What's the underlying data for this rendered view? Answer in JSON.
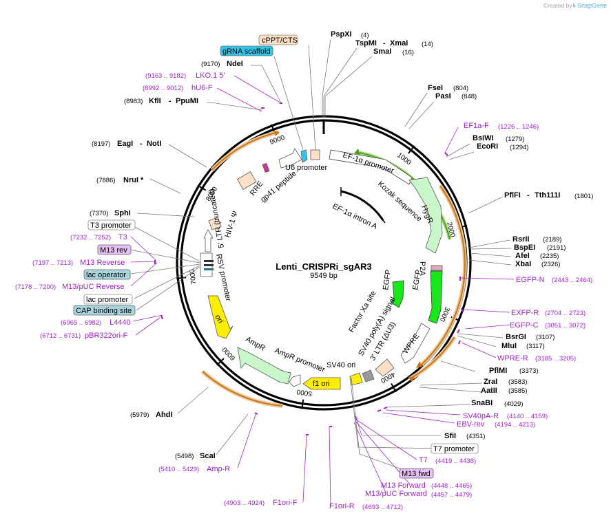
{
  "credit": {
    "prefix": "Created by",
    "brand": "SnapGene"
  },
  "plasmid": {
    "name": "Lenti_CRISPRi_sgAR3",
    "size": "9549 bp"
  },
  "ticks": [
    {
      "label": "1000"
    },
    {
      "label": "2000"
    },
    {
      "label": "3000"
    },
    {
      "label": "4000"
    },
    {
      "label": "5000"
    },
    {
      "label": "6000"
    },
    {
      "label": "7000"
    },
    {
      "label": "8000"
    },
    {
      "label": "9000"
    }
  ],
  "enzymes": {
    "pspxi": {
      "name": "PspXI",
      "pos": "(4)"
    },
    "tspmi": {
      "name": "TspMI",
      "sep": "-",
      "name2": "XmaI",
      "pos": "(14)"
    },
    "smai": {
      "name": "SmaI",
      "pos": "(16)"
    },
    "fsei": {
      "name": "FseI",
      "pos": "(804)"
    },
    "pasi": {
      "name": "PasI",
      "pos": "(848)"
    },
    "bsiwi": {
      "name": "BsiWI",
      "pos": "(1279)"
    },
    "ecori": {
      "name": "EcoRI",
      "pos": "(1294)"
    },
    "pflfi": {
      "name": "PflFI",
      "sep": "-",
      "name2": "Tth111I",
      "pos": "(1801)"
    },
    "rsrii": {
      "name": "RsrII",
      "pos": "(2189)"
    },
    "bspei": {
      "name": "BspEI",
      "pos": "(2191)"
    },
    "afei": {
      "name": "AfeI",
      "pos": "(2235)"
    },
    "xbai": {
      "name": "XbaI",
      "pos": "(2326)"
    },
    "bsrgi": {
      "name": "BsrGI",
      "pos": "(3107)"
    },
    "mlui": {
      "name": "MluI",
      "pos": "(3117)"
    },
    "pflmi": {
      "name": "PflMI",
      "pos": "(3373)"
    },
    "zrai": {
      "name": "ZraI",
      "pos": "(3583)"
    },
    "aatii": {
      "name": "AatII",
      "pos": "(3585)"
    },
    "snabi": {
      "name": "SnaBI",
      "pos": "(4029)"
    },
    "sfii": {
      "name": "SfiI",
      "pos": "(4351)"
    },
    "ahdi": {
      "name": "AhdI",
      "pos": "(5979)"
    },
    "scai": {
      "name": "ScaI",
      "pos": "(5498)"
    },
    "sphi": {
      "name": "SphI",
      "pos": "(7370)"
    },
    "nrui": {
      "name": "NruI *",
      "pos": "(7886)"
    },
    "eagi": {
      "name": "EagI",
      "sep": "-",
      "name2": "NotI",
      "pos": "(8197)"
    },
    "kfli": {
      "name": "KflI",
      "sep": "-",
      "name2": "PpuMI",
      "pos": "(8983)"
    },
    "ndei": {
      "name": "NdeI",
      "pos": "(9170)"
    }
  },
  "primers": {
    "ef1af": {
      "name": "EF1a-F",
      "pos": "(1226 .. 1246)"
    },
    "egfpn": {
      "name": "EGFP-N",
      "pos": "(2443 .. 2464)"
    },
    "exfpr": {
      "name": "EXFP-R",
      "pos": "(2704 .. 2723)"
    },
    "egfpc": {
      "name": "EGFP-C",
      "pos": "(3051 .. 3072)"
    },
    "wprer": {
      "name": "WPRE-R",
      "pos": "(3185 .. 3205)"
    },
    "sv40par": {
      "name": "SV40pA-R",
      "pos": "(4140 .. 4159)"
    },
    "ebvrev": {
      "name": "EBV-rev",
      "pos": "(4194 .. 4213)"
    },
    "t7": {
      "name": "T7",
      "pos": "(4419 .. 4438)"
    },
    "m13forward": {
      "name": "M13 Forward",
      "pos": "(4448 .. 4465)"
    },
    "m13pucforward": {
      "name": "M13/pUC Forward",
      "pos": "(4457 .. 4479)"
    },
    "f1orir": {
      "name": "F1ori-R",
      "pos": "(4693 .. 4712)"
    },
    "f1orif": {
      "name": "F1ori-F",
      "pos": "(4903 .. 4924)"
    },
    "ampr": {
      "name": "Amp-R",
      "pos": "(5410 .. 5429)"
    },
    "pbr322": {
      "name": "pBR322ori-F",
      "pos": "(6712 .. 6731)"
    },
    "l4440": {
      "name": "L4440",
      "pos": "(6965 .. 6982)"
    },
    "m13pucrev": {
      "name": "M13/pUC Reverse",
      "pos": "(7178 .. 7200)"
    },
    "m13rev": {
      "name": "M13 Reverse",
      "pos": "(7197 .. 7213)"
    },
    "t3": {
      "name": "T3",
      "pos": "(7232 .. 7252)"
    },
    "huf6f": {
      "name": "hU6-F",
      "pos": "(8992 .. 9012)"
    },
    "lko": {
      "name": "LKO.1 5'",
      "pos": "(9163 .. 9182)"
    }
  },
  "boxed": {
    "cppt": {
      "label": "cPPT/CTS",
      "color": "#fde0c6"
    },
    "grna": {
      "label": "gRNA scaffold",
      "color": "#33c5ec"
    },
    "t3promoter": {
      "label": "T3 promoter",
      "color": "#ffffff"
    },
    "m13rev": {
      "label": "M13 rev",
      "color": "#e6bff2"
    },
    "lacoperator": {
      "label": "lac operator",
      "color": "#a7d4dd"
    },
    "lacpromoter": {
      "label": "lac promoter",
      "color": "#ffffff"
    },
    "capbinding": {
      "label": "CAP binding site",
      "color": "#a7d4dd"
    },
    "t7promoter": {
      "label": "T7 promoter",
      "color": "#ffffff"
    },
    "m13fwd": {
      "label": "M13 fwd",
      "color": "#e6bff2"
    }
  },
  "features": {
    "u6promoter": "U6 promoter",
    "ef1apromoter": "EF-1α promoter",
    "kozak": "Kozak sequence",
    "hygr": "HygR",
    "ef1aintron": "EF-1α intron A",
    "p2a": "P2A",
    "egfp1": "EGFP",
    "egfp2": "EGFP",
    "factorxa": "Factor Xa site",
    "wpre": "WPRE",
    "ltr3": "3′ LTR (ΔU3)",
    "sv40polya": "SV40 poly(A) signal",
    "sv40ori": "SV40 ori",
    "f1ori": "f1 ori",
    "amprpromoter": "AmpR promoter",
    "ampr": "AmpR",
    "ori": "ori",
    "rsvpromoter": "RSV promoter",
    "ltr5": "5′ LTR (truncated)",
    "hivpsi": "HIV-1 Ψ",
    "rre": "RRE",
    "gp41": "gp41 peptide"
  },
  "colors": {
    "ring": "#000000",
    "orf": "#d58a2c",
    "hygr": "#c9f7c9",
    "egfp": "#19e61d",
    "ampr": "#c9f7c9",
    "yellow": "#ffee00",
    "ltr": "#fde0c6",
    "primer": "#a020d0",
    "green_arc": "#4c9a1a"
  }
}
